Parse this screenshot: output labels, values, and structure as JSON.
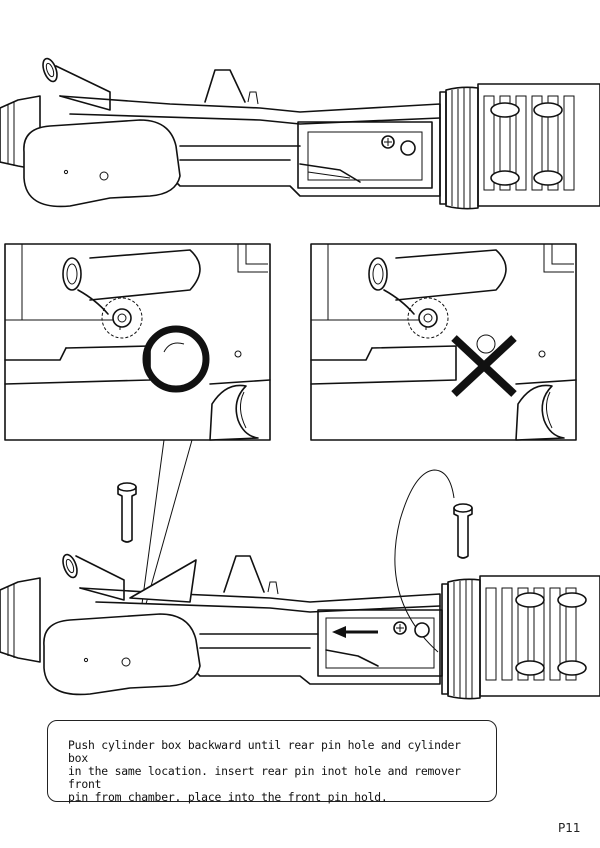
{
  "instruction": {
    "line1": "Push cylinder box backward until rear pin hole and cylinder box",
    "line2": "in the same location. insert rear pin inot hole and remover front",
    "line3": "pin from chamber. place into the front pin hold."
  },
  "page_number": "P11",
  "icons": {
    "correct_mark": "circle-ok-icon",
    "wrong_mark": "x-cross-icon",
    "direction": "arrow-left-icon"
  },
  "colors": {
    "ink": "#111111",
    "paper": "#ffffff"
  }
}
